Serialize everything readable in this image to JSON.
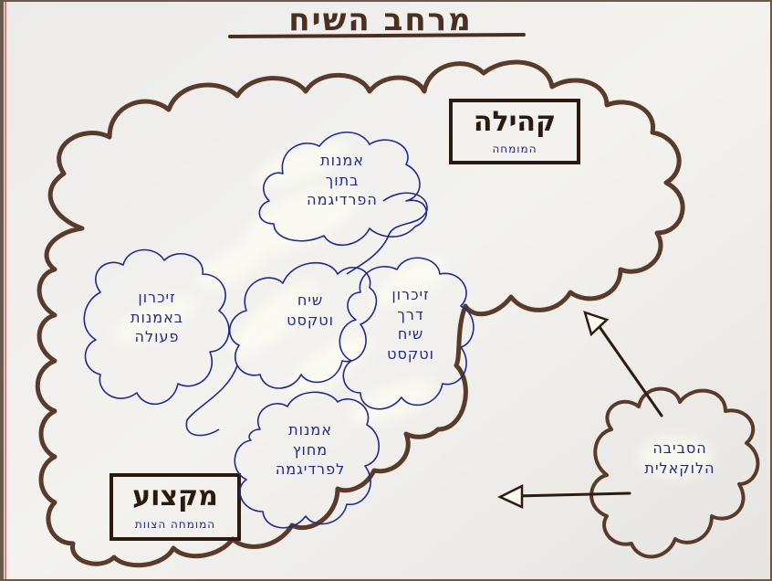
{
  "title": "מרחב השיח",
  "top_box": {
    "label": "קהילה",
    "sub": "המומחה"
  },
  "bottom_box": {
    "label": "מקצוע",
    "sub": "המומחה הצוות"
  },
  "clouds": {
    "top": [
      "אמנות",
      "בתוך",
      "הפרדיגמה"
    ],
    "left": [
      "זיכרון",
      "באמנות",
      "פעולה"
    ],
    "center": [
      "שיח",
      "וטקסט"
    ],
    "right": [
      "זיכרון",
      "דרך",
      "שיח",
      "וטקסט"
    ],
    "bottom": [
      "אמנות",
      "מחוץ",
      "לפרדיגמה"
    ],
    "outside": [
      "הסביבה",
      "הלוקאלית"
    ]
  },
  "colors": {
    "paper": "#f1f1ee",
    "marker_brown": "#5a3a2a",
    "pen_blue": "#1f2a8a",
    "white_paint": "#fbfbf2"
  }
}
